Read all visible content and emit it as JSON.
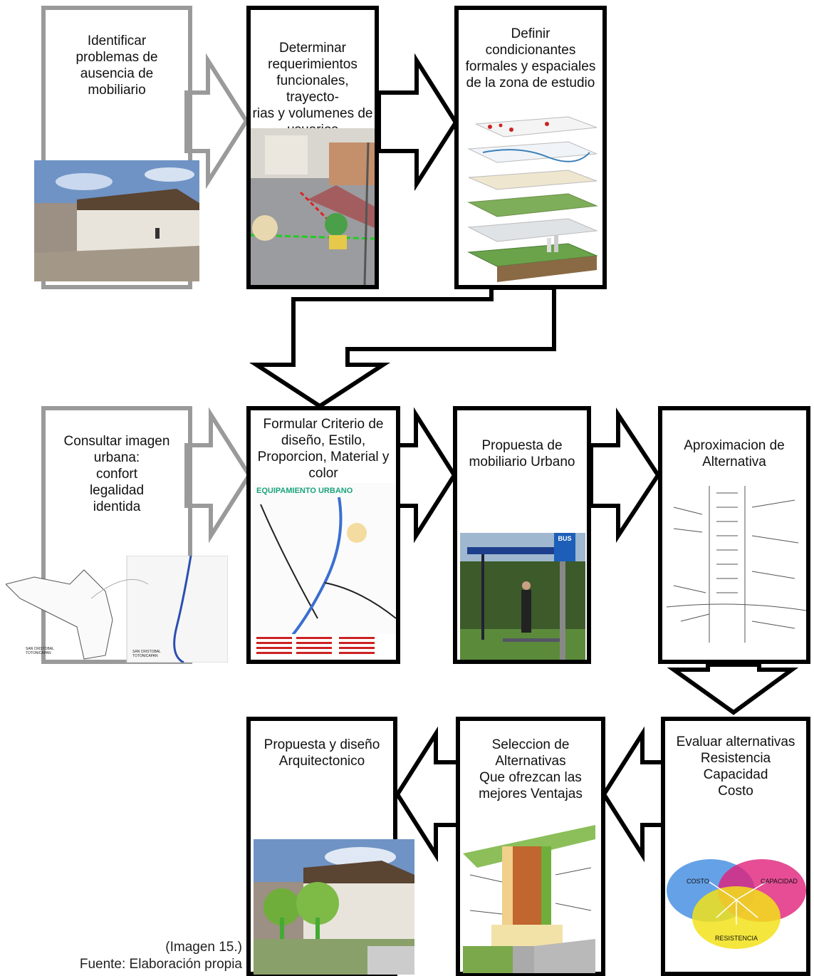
{
  "steps": [
    {
      "id": "s1",
      "text": "Identificar\nproblemas de\nausencia de\nmobiliario"
    },
    {
      "id": "s2",
      "text": "Determinar\nrequerimientos\nfuncionales, trayecto-\nrias y volumenes de\nusuarios"
    },
    {
      "id": "s3",
      "text": "Definir\ncondicionantes\nformales y espaciales\nde la zona de estudio"
    },
    {
      "id": "s4",
      "text": "Consultar imagen\nurbana:\nconfort\nlegalidad\nidentida"
    },
    {
      "id": "s5",
      "text": "Formular Criterio de\ndiseño, Estilo,\nProporcion, Material y\ncolor"
    },
    {
      "id": "s6",
      "text": "Propuesta de\nmobiliario Urbano"
    },
    {
      "id": "s7",
      "text": "Aproximacion de\nAlternativa"
    },
    {
      "id": "s8",
      "text": "Propuesta y diseño\nArquitectonico"
    },
    {
      "id": "s9",
      "text": "Seleccion de\nAlternativas\nQue ofrezcan las\nmejores Ventajas"
    },
    {
      "id": "s10",
      "text": "Evaluar alternativas\nResistencia\nCapacidad\nCosto"
    }
  ],
  "images": {
    "map_title": "EQUIPAMIENTO URBANO",
    "map_small_label_1": "SAN CRISTOBAL\nTOTONICAPAN",
    "map_small_label_2": "SAN CRISTOBAL\nTOTONICAPAN",
    "bus_sign": "BUS",
    "venn": {
      "costo": "COSTO",
      "capacidad": "CAPACIDAD",
      "resistencia": "RESISTENCIA"
    }
  },
  "caption": "(Imagen 15.)\nFuente: Elaboración propia",
  "colors": {
    "border": "#000000",
    "gray_border": "#9a9a9a",
    "venn_blue": "#4a90e2",
    "venn_magenta": "#e0207a",
    "venn_yellow": "#f2e21a"
  }
}
